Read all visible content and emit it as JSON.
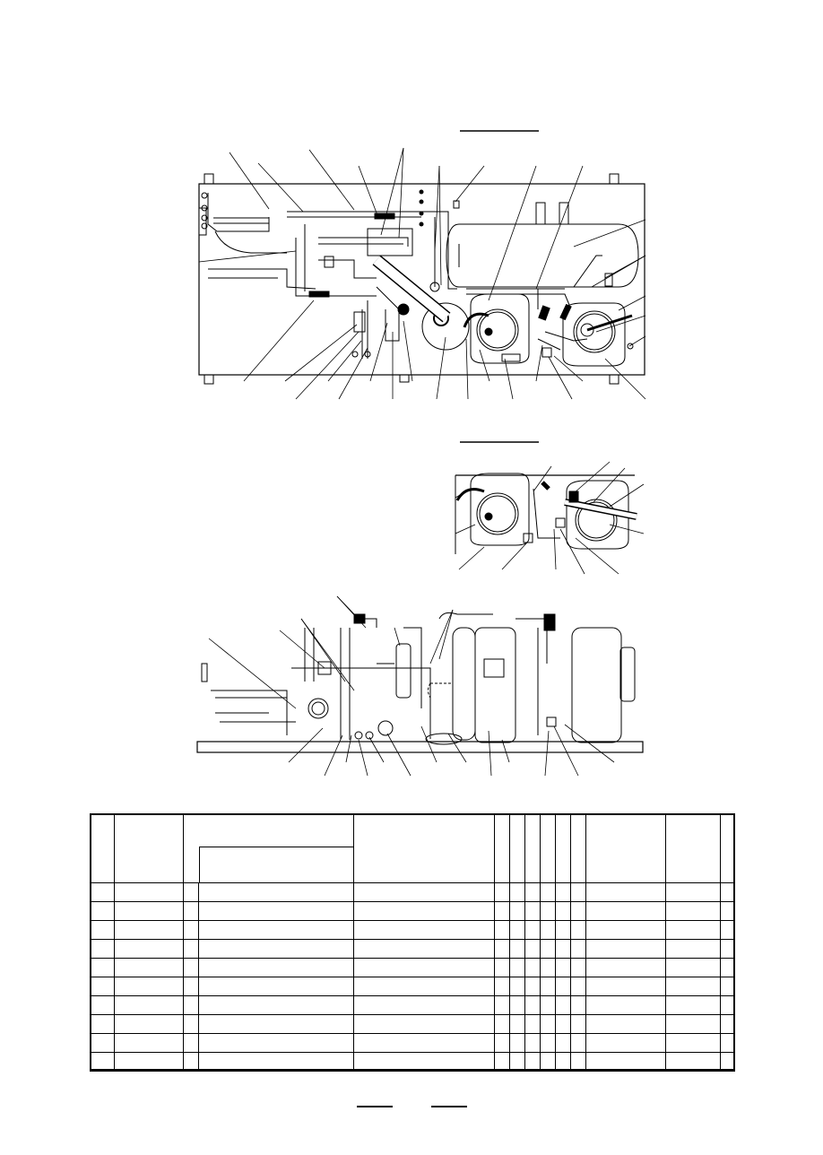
{
  "page": {
    "title": "",
    "views": [
      {
        "name": "top-view",
        "caption": ""
      },
      {
        "name": "detail-view",
        "caption": ""
      },
      {
        "name": "front-view",
        "caption": ""
      }
    ],
    "parts_table": {
      "rows": [
        [
          "",
          "",
          "",
          "",
          "",
          "",
          "",
          "",
          "",
          "",
          "",
          "",
          "",
          ""
        ],
        [
          "",
          "",
          "",
          "",
          "",
          "",
          "",
          "",
          "",
          "",
          "",
          "",
          "",
          ""
        ],
        [
          "",
          "",
          "",
          "",
          "",
          "",
          "",
          "",
          "",
          "",
          "",
          "",
          "",
          ""
        ],
        [
          "",
          "",
          "",
          "",
          "",
          "",
          "",
          "",
          "",
          "",
          "",
          "",
          "",
          ""
        ],
        [
          "",
          "",
          "",
          "",
          "",
          "",
          "",
          "",
          "",
          "",
          "",
          "",
          "",
          ""
        ],
        [
          "",
          "",
          "",
          "",
          "",
          "",
          "",
          "",
          "",
          "",
          "",
          "",
          "",
          ""
        ],
        [
          "",
          "",
          "",
          "",
          "",
          "",
          "",
          "",
          "",
          "",
          "",
          "",
          "",
          ""
        ],
        [
          "",
          "",
          "",
          "",
          "",
          "",
          "",
          "",
          "",
          "",
          "",
          "",
          "",
          ""
        ],
        [
          "",
          "",
          "",
          "",
          "",
          "",
          "",
          "",
          "",
          "",
          "",
          "",
          "",
          ""
        ],
        [
          "",
          "",
          "",
          "",
          "",
          "",
          "",
          "",
          "",
          "",
          "",
          "",
          "",
          ""
        ]
      ]
    }
  }
}
